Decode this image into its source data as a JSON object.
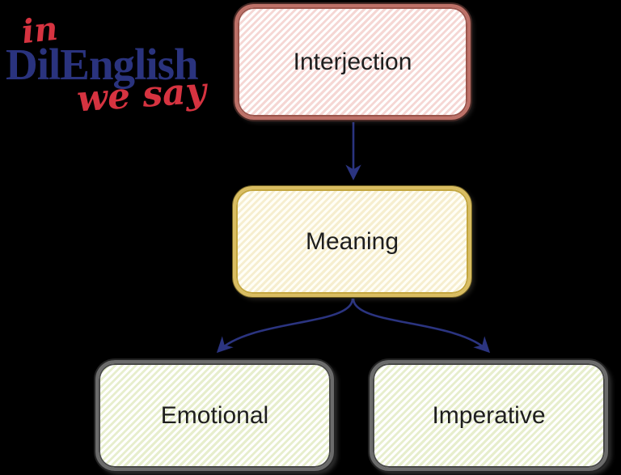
{
  "background_color": "#000000",
  "logo": {
    "word_in": "in",
    "brand": "DilEnglish",
    "word_we_say": "we say",
    "navy_color": "#2a337e",
    "red_color": "#d63340"
  },
  "diagram": {
    "type": "flowchart",
    "arrow_color": "#2b3480",
    "nodes": [
      {
        "id": "interjection",
        "label": "Interjection",
        "border_color": "#bd7168",
        "fill_color": "#fbeae8",
        "fill_pattern": "diagonal-hatch"
      },
      {
        "id": "meaning",
        "label": "Meaning",
        "border_color": "#d9bd62",
        "fill_color": "#fdf8e4",
        "fill_pattern": "diagonal-hatch"
      },
      {
        "id": "emotional",
        "label": "Emotional",
        "border_color": "#6b6b6b",
        "fill_color": "#eef2dc",
        "fill_pattern": "diagonal-hatch"
      },
      {
        "id": "imperative",
        "label": "Imperative",
        "border_color": "#6b6b6b",
        "fill_color": "#eef2dc",
        "fill_pattern": "diagonal-hatch"
      }
    ],
    "edges": [
      {
        "from": "interjection",
        "to": "meaning",
        "style": "straight-down"
      },
      {
        "from": "meaning",
        "to": "emotional",
        "style": "curved-left"
      },
      {
        "from": "meaning",
        "to": "imperative",
        "style": "curved-right"
      }
    ]
  }
}
